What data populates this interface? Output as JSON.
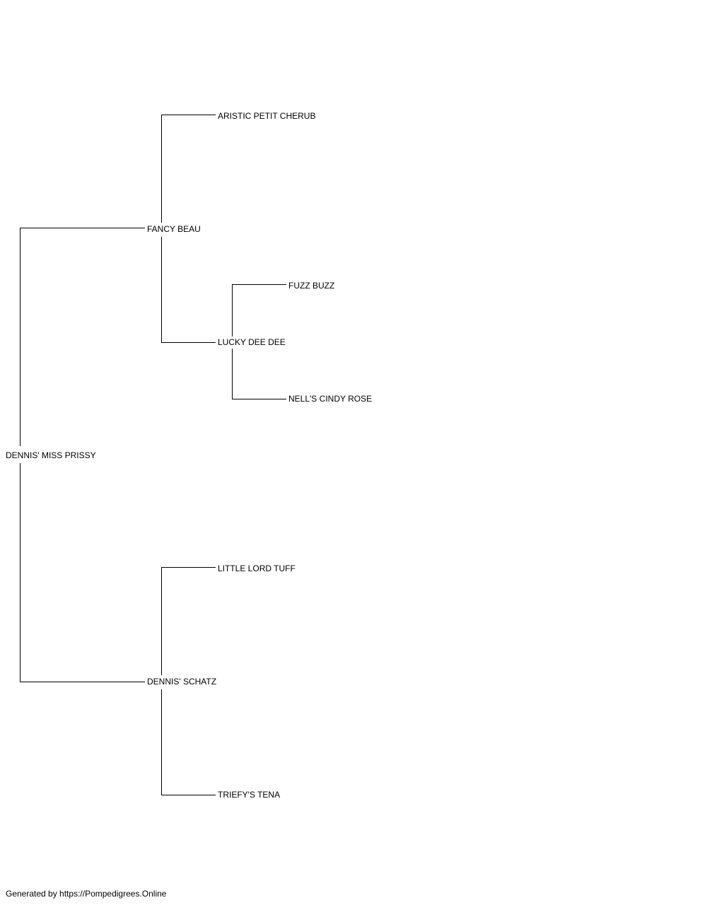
{
  "pedigree": {
    "subject": "DENNIS' MISS PRISSY",
    "sire": {
      "name": "FANCY BEAU",
      "sire": {
        "name": "ARISTIC PETIT CHERUB"
      },
      "dam": {
        "name": "LUCKY DEE DEE",
        "sire": {
          "name": "FUZZ BUZZ"
        },
        "dam": {
          "name": "NELL'S CINDY ROSE"
        }
      }
    },
    "dam": {
      "name": "DENNIS' SCHATZ",
      "sire": {
        "name": "LITTLE LORD TUFF"
      },
      "dam": {
        "name": "TRIEFY'S TENA"
      }
    }
  },
  "footer": {
    "text": "Generated by https://Pompedigrees.Online"
  }
}
